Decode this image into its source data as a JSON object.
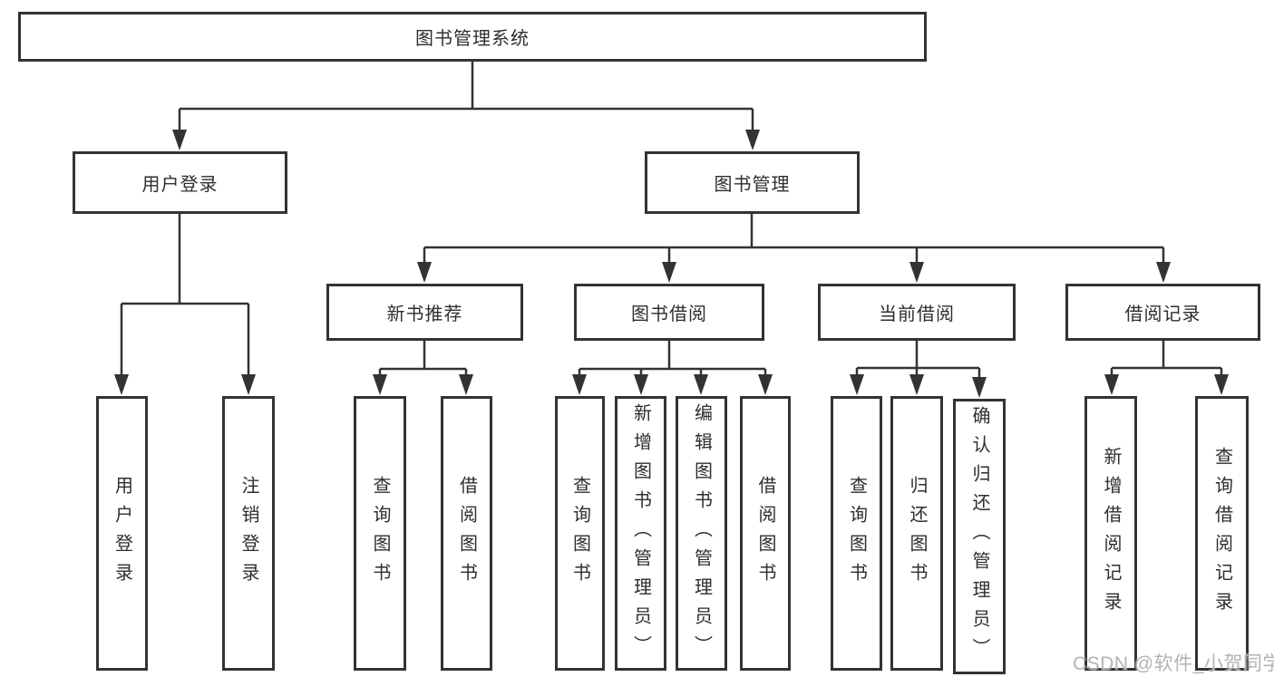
{
  "tree": {
    "root": {
      "label": "图书管理系统"
    },
    "branches": [
      {
        "label": "用户登录",
        "children": [
          "用户登录",
          "注销登录"
        ]
      },
      {
        "label": "图书管理",
        "sections": [
          {
            "label": "新书推荐",
            "children": [
              "查询图书",
              "借阅图书"
            ]
          },
          {
            "label": "图书借阅",
            "children": [
              "查询图书",
              "新增图书（管理员）",
              "编辑图书（管理员）",
              "借阅图书"
            ]
          },
          {
            "label": "当前借阅",
            "children": [
              "查询图书",
              "归还图书",
              "确认归还（管理员）"
            ]
          },
          {
            "label": "借阅记录",
            "children": [
              "新增借阅记录",
              "查询借阅记录"
            ]
          }
        ]
      }
    ]
  },
  "watermark": {
    "text": "CSDN @软件_小贺同学"
  },
  "colors": {
    "line": "#333333",
    "box_border": "#333333",
    "text": "#2e2e2e",
    "watermark": "#b3b3b3",
    "background": "#ffffff"
  }
}
